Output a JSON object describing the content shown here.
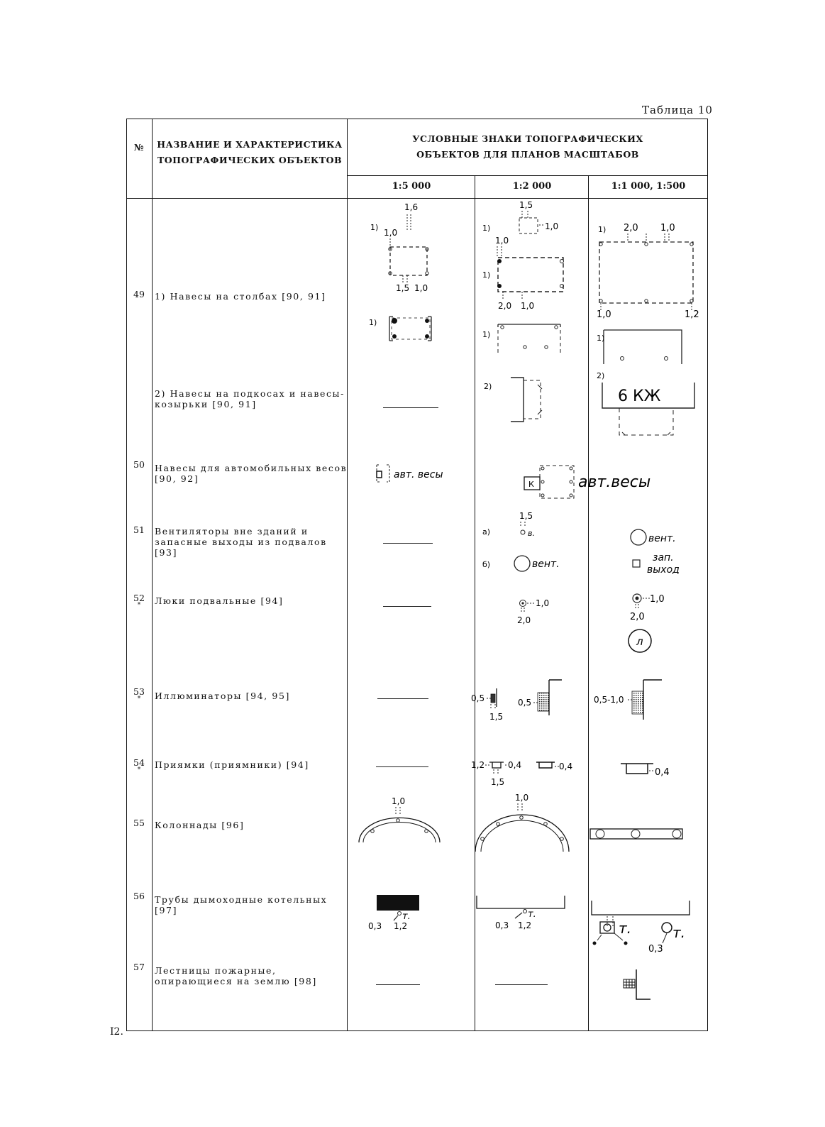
{
  "caption": "Таблица 10",
  "page_number": "I2.",
  "header": {
    "col_no": "№",
    "col_name": [
      "НАЗВАНИЕ И ХАРАКТЕРИСТИКА",
      "ТОПОГРАФИЧЕСКИХ ОБЪЕКТОВ"
    ],
    "col_signs": [
      "УСЛОВНЫЕ ЗНАКИ ТОПОГРАФИЧЕСКИХ",
      "ОБЪЕКТОВ ДЛЯ ПЛАНОВ МАСШТАБОВ"
    ],
    "scales": [
      "1:5 000",
      "1:2 000",
      "1:1 000, 1:500"
    ]
  },
  "rows": [
    {
      "no": "49",
      "star": "",
      "name": "1)  Навесы на столбах [90, 91]"
    },
    {
      "no": "",
      "star": "",
      "name": "2) Навесы на подкосах и навесы-козырьки [90, 91]"
    },
    {
      "no": "50",
      "star": "",
      "name": "Навесы для автомобильных весов [90, 92]"
    },
    {
      "no": "51",
      "star": "",
      "name": "Вентиляторы вне зданий и запасные выходы из подвалов [93]"
    },
    {
      "no": "52",
      "star": "*",
      "name": "Люки подвальные [94]"
    },
    {
      "no": "53",
      "star": "*",
      "name": "Иллюминаторы [94, 95]"
    },
    {
      "no": "54",
      "star": "*",
      "name": "Приямки (приямники) [94]"
    },
    {
      "no": "55",
      "star": "",
      "name": "Колоннады [96]"
    },
    {
      "no": "56",
      "star": "",
      "name": "Трубы дымоходные котельных [97]"
    },
    {
      "no": "57",
      "star": "",
      "name": "Лестницы пожарные, опирающиеся на землю [98]"
    }
  ],
  "symbol_text": {
    "one": "1)",
    "two": "2)",
    "a": "а)",
    "b": "б)",
    "d16": "1,6",
    "d10": "1,0",
    "d15": "1,5",
    "d20": "2,0",
    "d12": "1,2",
    "d05": "0,5",
    "d04": "0,4",
    "d03": "0,3",
    "d05_10": "0,5-1,0",
    "kzh": "6 КЖ",
    "avt": "авт. весы",
    "avt2": "авт.весы",
    "k": "К",
    "v": "в.",
    "vent": "вент.",
    "zap": "зап.",
    "vyhod": "выход",
    "l": "л",
    "t": "т."
  }
}
